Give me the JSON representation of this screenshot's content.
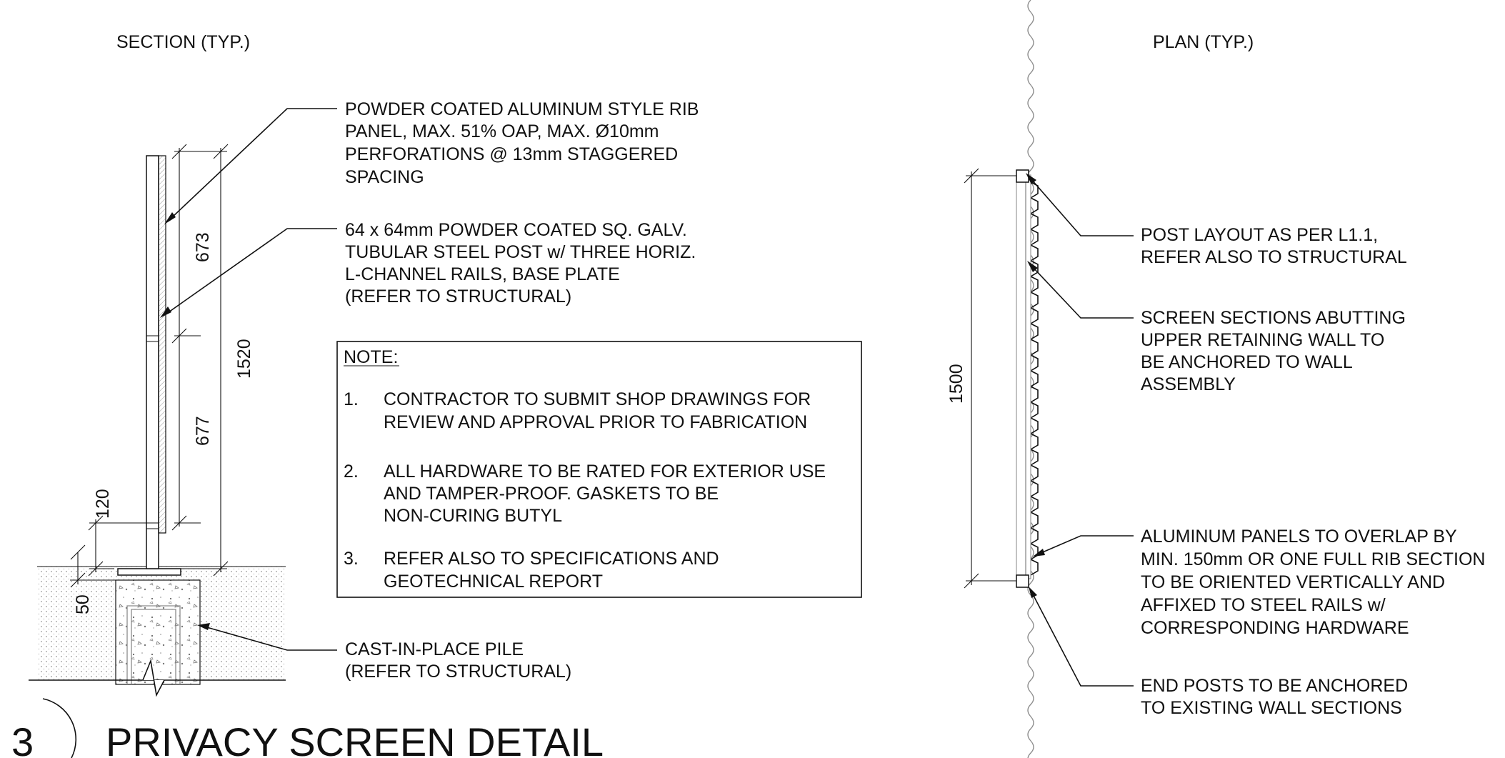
{
  "section": {
    "title": "SECTION (TYP.)",
    "dims": {
      "d673": "673",
      "d677": "677",
      "d1520": "1520",
      "d120": "120",
      "d50": "50"
    },
    "callouts": {
      "panel": [
        "POWDER COATED ALUMINUM STYLE RIB",
        "PANEL, MAX. 51% OAP, MAX. Ø10mm",
        "PERFORATIONS @ 13mm STAGGERED",
        "SPACING"
      ],
      "post": [
        "64 x 64mm POWDER COATED SQ. GALV.",
        "TUBULAR STEEL POST w/ THREE HORIZ.",
        "L-CHANNEL RAILS, BASE PLATE",
        "(REFER TO STRUCTURAL)"
      ],
      "pile": [
        "CAST-IN-PLACE PILE",
        "(REFER TO STRUCTURAL)"
      ]
    },
    "note": {
      "heading": "NOTE:",
      "items": [
        {
          "num": "1.",
          "lines": [
            "CONTRACTOR TO SUBMIT SHOP DRAWINGS FOR",
            "REVIEW AND APPROVAL PRIOR TO FABRICATION"
          ]
        },
        {
          "num": "2.",
          "lines": [
            "ALL HARDWARE TO BE RATED FOR EXTERIOR USE",
            "AND TAMPER-PROOF. GASKETS TO BE",
            "NON-CURING BUTYL"
          ]
        },
        {
          "num": "3.",
          "lines": [
            "REFER ALSO TO SPECIFICATIONS AND",
            "GEOTECHNICAL REPORT"
          ]
        }
      ]
    }
  },
  "plan": {
    "title": "PLAN  (TYP.)",
    "dims": {
      "d1500": "1500"
    },
    "callouts": {
      "post_layout": [
        "POST LAYOUT AS PER L1.1,",
        "REFER ALSO TO STRUCTURAL"
      ],
      "screen_sections": [
        "SCREEN SECTIONS ABUTTING",
        "UPPER RETAINING WALL TO",
        "BE ANCHORED TO WALL",
        "ASSEMBLY"
      ],
      "panels_overlap": [
        "ALUMINUM PANELS TO OVERLAP BY",
        "MIN. 150mm OR ONE FULL RIB SECTION",
        "TO BE ORIENTED VERTICALLY AND",
        "AFFIXED TO STEEL RAILS w/",
        "CORRESPONDING HARDWARE"
      ],
      "end_posts": [
        "END POSTS TO BE ANCHORED",
        "TO EXISTING WALL SECTIONS"
      ]
    }
  },
  "detail": {
    "number": "3",
    "title": "PRIVACY SCREEN DETAIL"
  }
}
